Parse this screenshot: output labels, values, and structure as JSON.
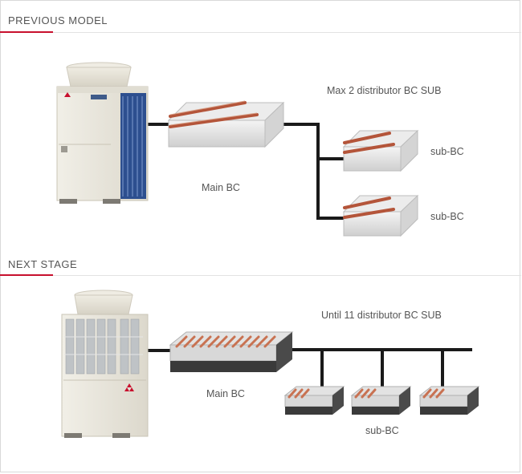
{
  "previous": {
    "title": "PREVIOUS MODEL",
    "caption": "Max 2 distributor BC SUB",
    "main_label": "Main BC",
    "sub_labels": [
      "sub-BC",
      "sub-BC"
    ]
  },
  "next": {
    "title": "NEXT STAGE",
    "caption": "Until 11 distributor BC SUB",
    "main_label": "Main BC",
    "sub_label": "sub-BC"
  },
  "colors": {
    "accent": "#c8102e",
    "pipe": "#1a1a1a",
    "unit_body": "#e9e6dc",
    "copper": "#b4553a"
  }
}
